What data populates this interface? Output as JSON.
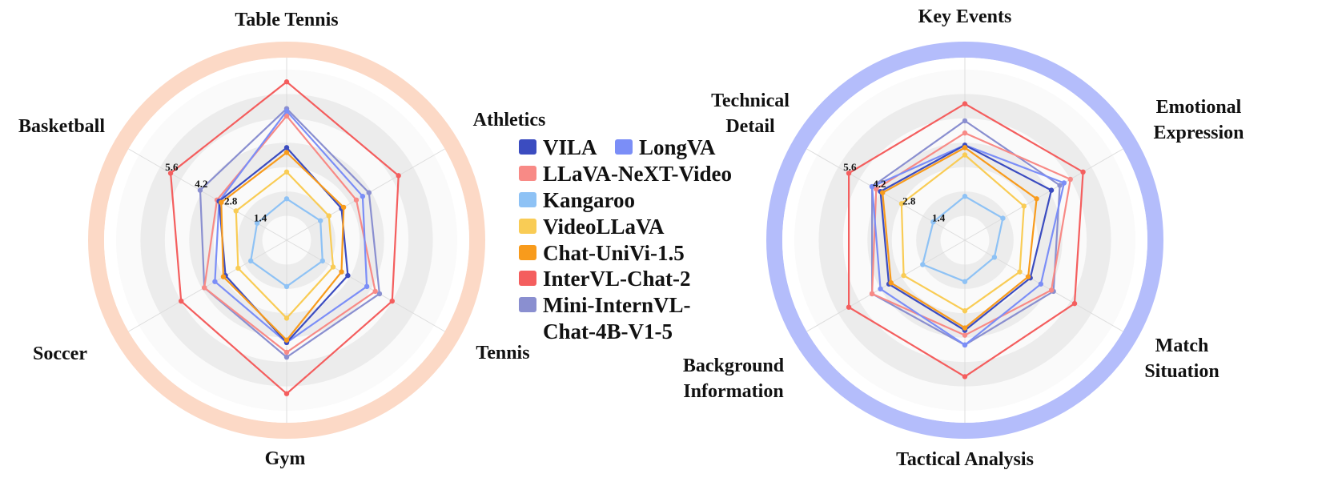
{
  "legend": [
    {
      "name": "VILA",
      "color": "#3b4cc0"
    },
    {
      "name": "LongVA",
      "color": "#7b8ef7"
    },
    {
      "name": "LLaVA-NeXT-Video",
      "color": "#f88a86"
    },
    {
      "name": "Kangaroo",
      "color": "#8ec2f5"
    },
    {
      "name": "VideoLLaVA",
      "color": "#f9cc55"
    },
    {
      "name": "Chat-UniVi-1.5",
      "color": "#f89b1c"
    },
    {
      "name": "InterVL-Chat-2",
      "color": "#f45e5e"
    },
    {
      "name": "Mini-InternVL-Chat-4B-V1-5",
      "lines": [
        "Mini-InternVL-",
        "Chat-4B-V1-5"
      ],
      "color": "#8a8fd0"
    }
  ],
  "chart_data": [
    {
      "type": "radar",
      "ring_color": "#fcd9c6",
      "axes": [
        {
          "label": "Table Tennis",
          "lines": [
            "Table Tennis"
          ]
        },
        {
          "label": "Athletics",
          "lines": [
            "Athletics"
          ]
        },
        {
          "label": "Tennis",
          "lines": [
            "Tennis"
          ]
        },
        {
          "label": "Gym",
          "lines": [
            "Gym"
          ]
        },
        {
          "label": "Soccer",
          "lines": [
            "Soccer"
          ]
        },
        {
          "label": "Basketball",
          "lines": [
            "Basketball"
          ]
        }
      ],
      "ticks": [
        "1.4",
        "2.8",
        "4.2",
        "5.6"
      ],
      "range": [
        0,
        7
      ],
      "grid": true,
      "series": [
        {
          "name": "VILA",
          "values": [
            3.8,
            2.6,
            2.9,
            4.2,
            2.9,
            3.2
          ]
        },
        {
          "name": "LongVA",
          "values": [
            5.3,
            3.6,
            3.8,
            4.2,
            3.4,
            3.2
          ]
        },
        {
          "name": "LLaVA-NeXT-Video",
          "values": [
            5.1,
            3.3,
            4.2,
            4.6,
            3.9,
            3.3
          ]
        },
        {
          "name": "Kangaroo",
          "values": [
            1.7,
            1.6,
            1.7,
            1.9,
            1.7,
            1.4
          ]
        },
        {
          "name": "VideoLLaVA",
          "values": [
            2.8,
            2.0,
            2.2,
            3.2,
            2.3,
            2.4
          ]
        },
        {
          "name": "Chat-UniVi-1.5",
          "values": [
            3.6,
            2.7,
            2.6,
            4.1,
            3.0,
            3.1
          ]
        },
        {
          "name": "InterVL-Chat-2",
          "values": [
            6.5,
            5.3,
            5.0,
            6.3,
            5.0,
            5.5
          ]
        },
        {
          "name": "Mini-InternVL-Chat-4B-V1-5",
          "values": [
            5.4,
            3.9,
            4.4,
            4.8,
            3.9,
            4.1
          ]
        }
      ]
    },
    {
      "type": "radar",
      "ring_color": "#b4bdfb",
      "axes": [
        {
          "label": "Key Events",
          "lines": [
            "Key Events"
          ]
        },
        {
          "label": "Emotional Expression",
          "lines": [
            "Emotional",
            "Expression"
          ]
        },
        {
          "label": "Match Situation",
          "lines": [
            "Match",
            "Situation"
          ]
        },
        {
          "label": "Tactical Analysis",
          "lines": [
            "Tactical Analysis"
          ]
        },
        {
          "label": "Background Information",
          "lines": [
            "Background",
            "Information"
          ]
        },
        {
          "label": "Technical Detail",
          "lines": [
            "Technical",
            "Detail"
          ]
        }
      ],
      "ticks": [
        "1.4",
        "2.8",
        "4.2",
        "5.6"
      ],
      "range": [
        0,
        7
      ],
      "grid": true,
      "series": [
        {
          "name": "VILA",
          "values": [
            3.9,
            4.1,
            3.1,
            3.7,
            3.6,
            4.0
          ]
        },
        {
          "name": "LongVA",
          "values": [
            3.9,
            4.7,
            3.6,
            4.3,
            4.0,
            4.4
          ]
        },
        {
          "name": "LLaVA-NeXT-Video",
          "values": [
            4.4,
            5.0,
            4.1,
            3.9,
            4.4,
            4.2
          ]
        },
        {
          "name": "Kangaroo",
          "values": [
            1.8,
            1.8,
            1.4,
            1.7,
            2.0,
            1.5
          ]
        },
        {
          "name": "VideoLLaVA",
          "values": [
            3.5,
            2.8,
            2.6,
            2.9,
            2.9,
            3.0
          ]
        },
        {
          "name": "Chat-UniVi-1.5",
          "values": [
            3.8,
            3.4,
            3.0,
            3.6,
            3.5,
            3.9
          ]
        },
        {
          "name": "InterVL-Chat-2",
          "values": [
            5.6,
            5.6,
            5.2,
            5.6,
            5.5,
            5.5
          ]
        },
        {
          "name": "Mini-InternVL-Chat-4B-V1-5",
          "values": [
            4.9,
            4.5,
            4.2,
            4.3,
            4.4,
            4.4
          ]
        }
      ]
    }
  ]
}
